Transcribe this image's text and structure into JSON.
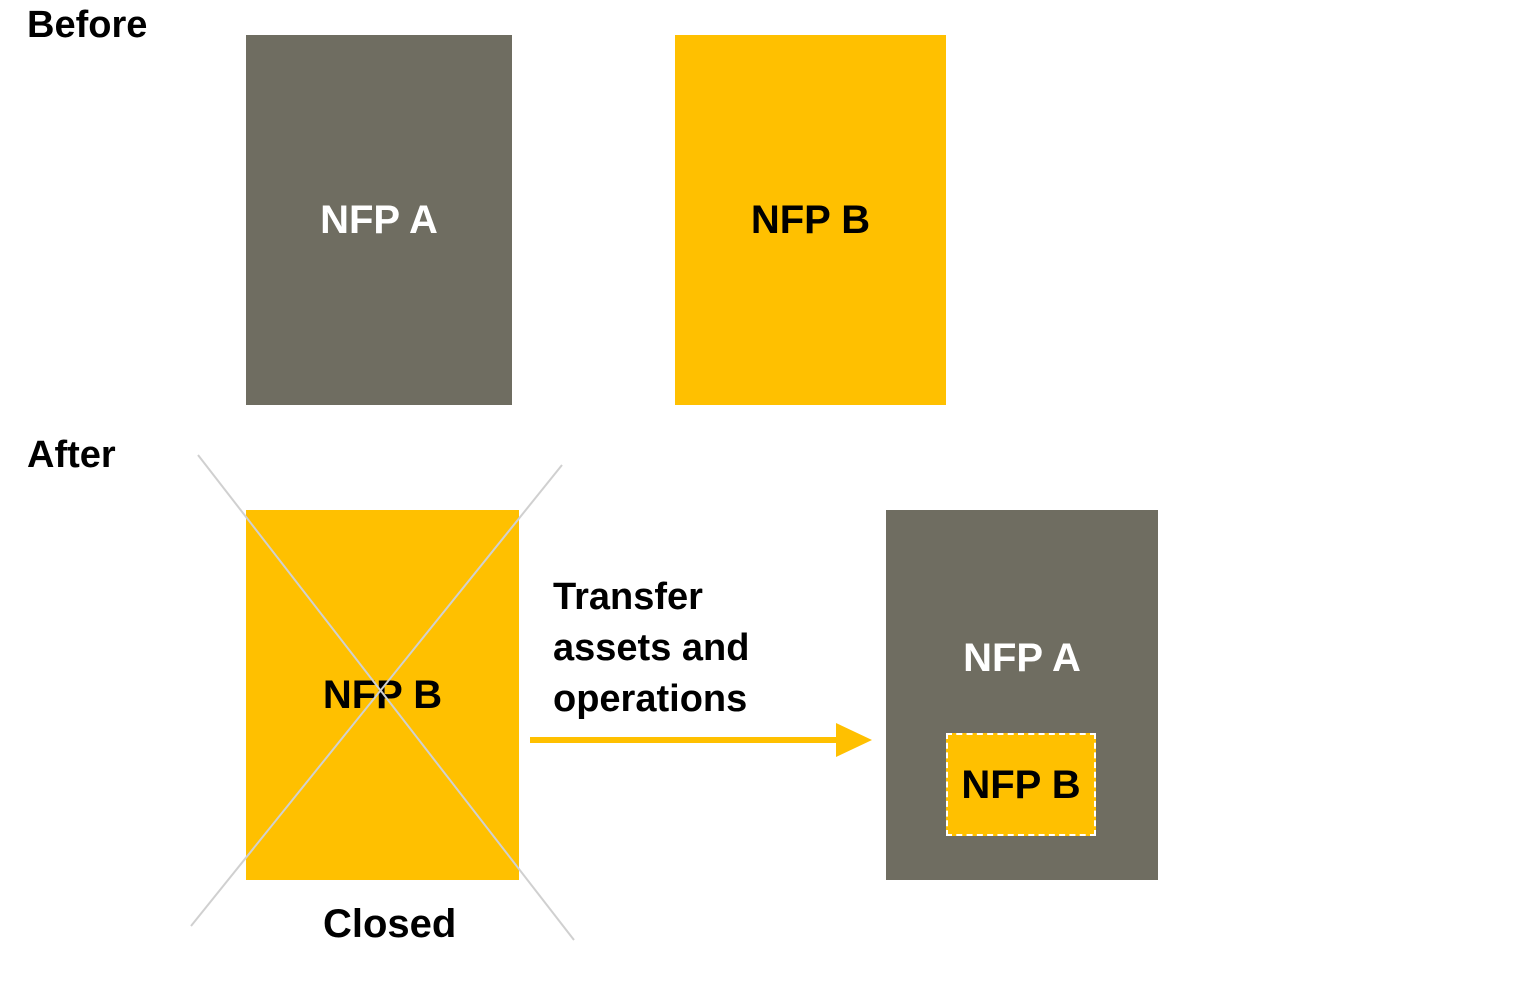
{
  "before": {
    "label": "Before",
    "nfp_a": {
      "label": "NFP A"
    },
    "nfp_b": {
      "label": "NFP B"
    }
  },
  "after": {
    "label": "After",
    "closed_entity": {
      "label": "NFP B",
      "status": "Closed"
    },
    "transfer": {
      "lines": [
        "Transfer",
        "assets and",
        "operations"
      ]
    },
    "merged_entity": {
      "label": "NFP A",
      "nested": {
        "label": "NFP B"
      }
    }
  },
  "colors": {
    "gray": "#6f6d61",
    "gold": "#ffc000",
    "cross": "#d0d0d0"
  }
}
